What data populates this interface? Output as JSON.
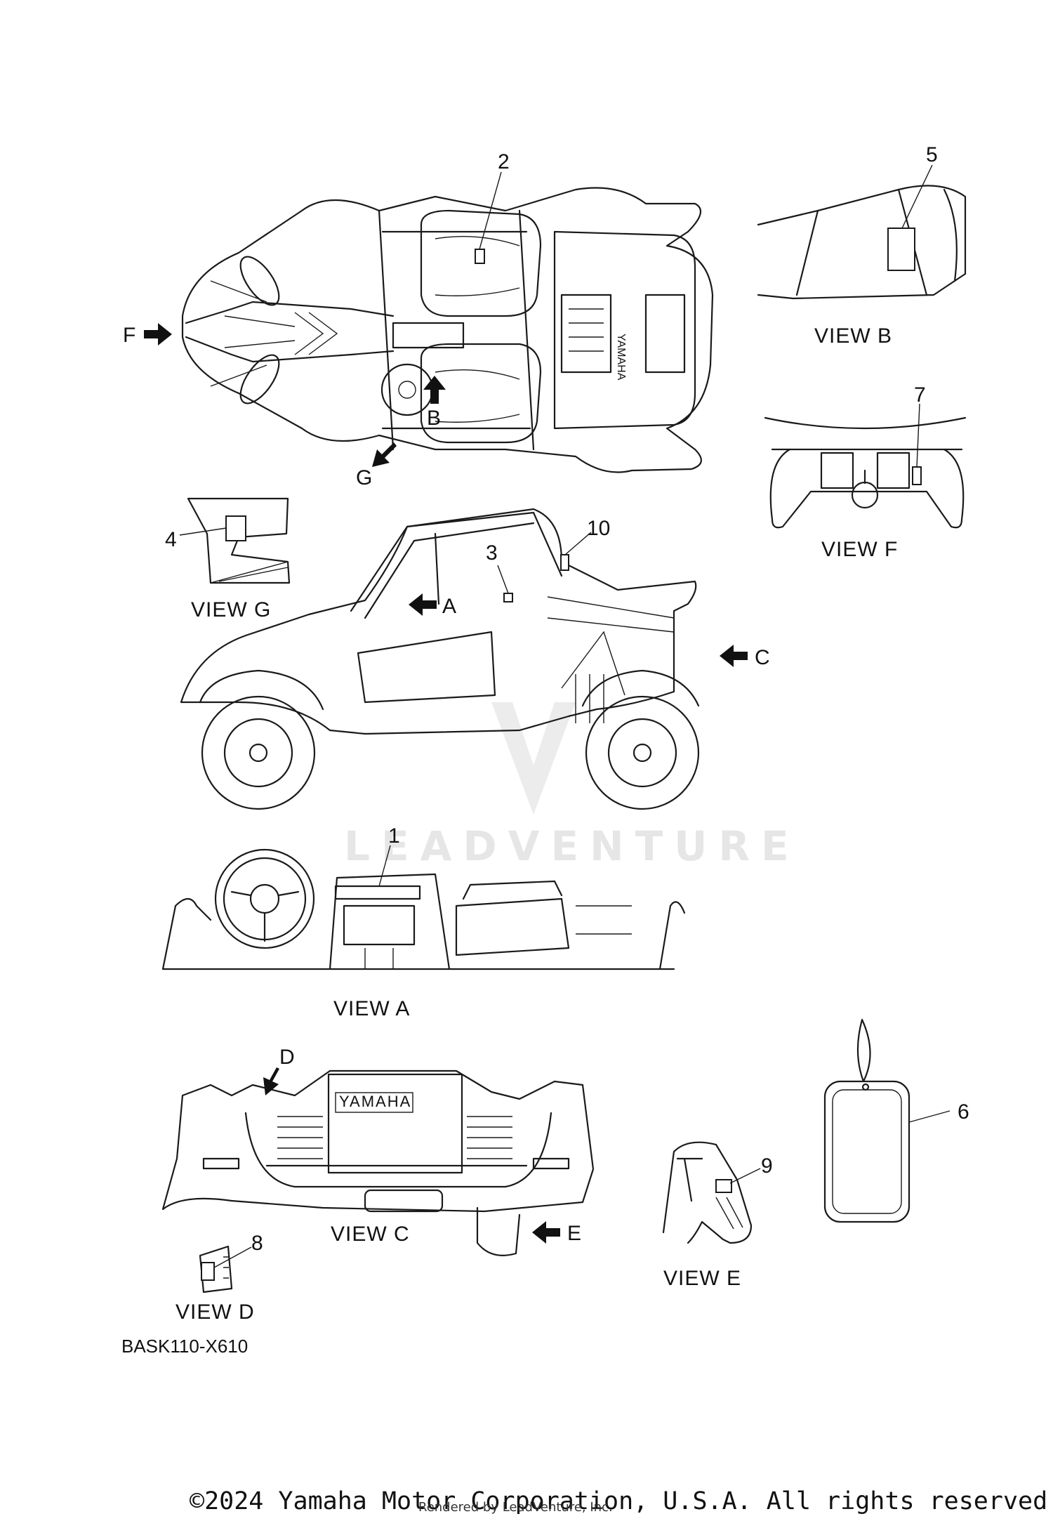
{
  "callouts": [
    "1",
    "2",
    "3",
    "4",
    "5",
    "6",
    "7",
    "8",
    "9",
    "10"
  ],
  "arrows": {
    "a": "A",
    "b": "B",
    "c": "C",
    "d": "D",
    "e": "E",
    "f": "F",
    "g": "G"
  },
  "views": {
    "a": "VIEW A",
    "b": "VIEW B",
    "c": "VIEW C",
    "d": "VIEW D",
    "e": "VIEW E",
    "f": "VIEW F",
    "g": "VIEW G"
  },
  "brand_text": "YAMAHA",
  "watermark": "LEADVENTURE",
  "part_code": "BASK110-X610",
  "copyright": "©2024 Yamaha Motor Corporation, U.S.A. All rights reserved.",
  "rendered_by": "Rendered by LeadVenture, Inc."
}
